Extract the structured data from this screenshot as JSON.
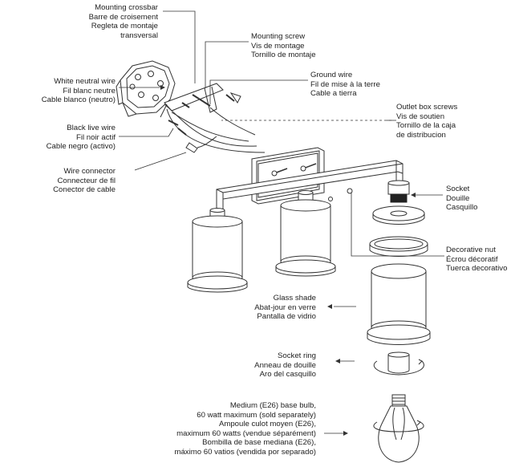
{
  "labels": {
    "mounting_crossbar": [
      "Mounting crossbar",
      "Barre de croisement",
      "Regleta de montaje",
      "transversal"
    ],
    "mounting_screw": [
      "Mounting screw",
      "Vis de montage",
      "Tornillo de montaje"
    ],
    "ground_wire": [
      "Ground wire",
      "Fil de mise à la terre",
      "Cable a tierra"
    ],
    "white_neutral_wire": [
      "White neutral wire",
      "Fil blanc neutre",
      "Cable blanco (neutro)"
    ],
    "outlet_box_screws": [
      "Outlet box screws",
      "Vis de soutien",
      "Tornillo de la caja",
      "de distribucion"
    ],
    "black_live_wire": [
      "Black live wire",
      "Fil noir actif",
      "Cable negro (activo)"
    ],
    "wire_connector": [
      "Wire connector",
      "Connecteur de fil",
      "Conector de cable"
    ],
    "socket": [
      "Socket",
      "Douille",
      "Casquillo"
    ],
    "decorative_nut": [
      "Decorative nut",
      "Écrou décoratif",
      "Tuerca decorativo"
    ],
    "glass_shade": [
      "Glass shade",
      "Abat-jour en verre",
      "Pantalla de vidrio"
    ],
    "socket_ring": [
      "Socket ring",
      "Anneau de douille",
      "Aro del casquillo"
    ],
    "bulb": [
      "Medium (E26) base bulb,",
      "60 watt maximum (sold separately)",
      "Ampoule culot moyen (E26),",
      "maximum 60 watts (vendue séparément)",
      "Bombilla de base mediana (E26),",
      "máximo 60 vatios (vendida por separado)"
    ]
  }
}
